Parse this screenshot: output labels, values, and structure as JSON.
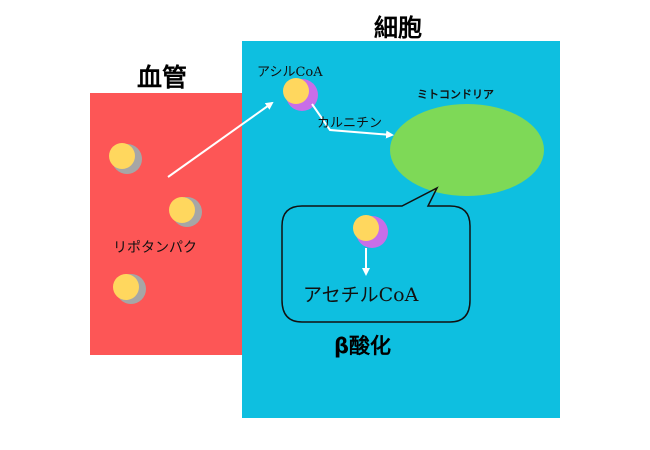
{
  "titles": {
    "blood_vessel": "血管",
    "cell": "細胞",
    "beta_oxidation": "β酸化"
  },
  "labels": {
    "acyl_coa": "アシルCoA",
    "carnitine": "カルニチン",
    "mitochondria": "ミトコンドリア",
    "lipoprotein": "リポタンパク",
    "acetyl_coa": "アセチルCoA"
  },
  "colors": {
    "blood_vessel": "#fd5656",
    "cell": "#0ebfe0",
    "mitochondria": "#7ed957",
    "fatty_acid_core": "#ffd75e",
    "lipoprotein_shell": "#a6a6a6",
    "coa_shell": "#c86ee8",
    "arrow": "#ffffff"
  }
}
